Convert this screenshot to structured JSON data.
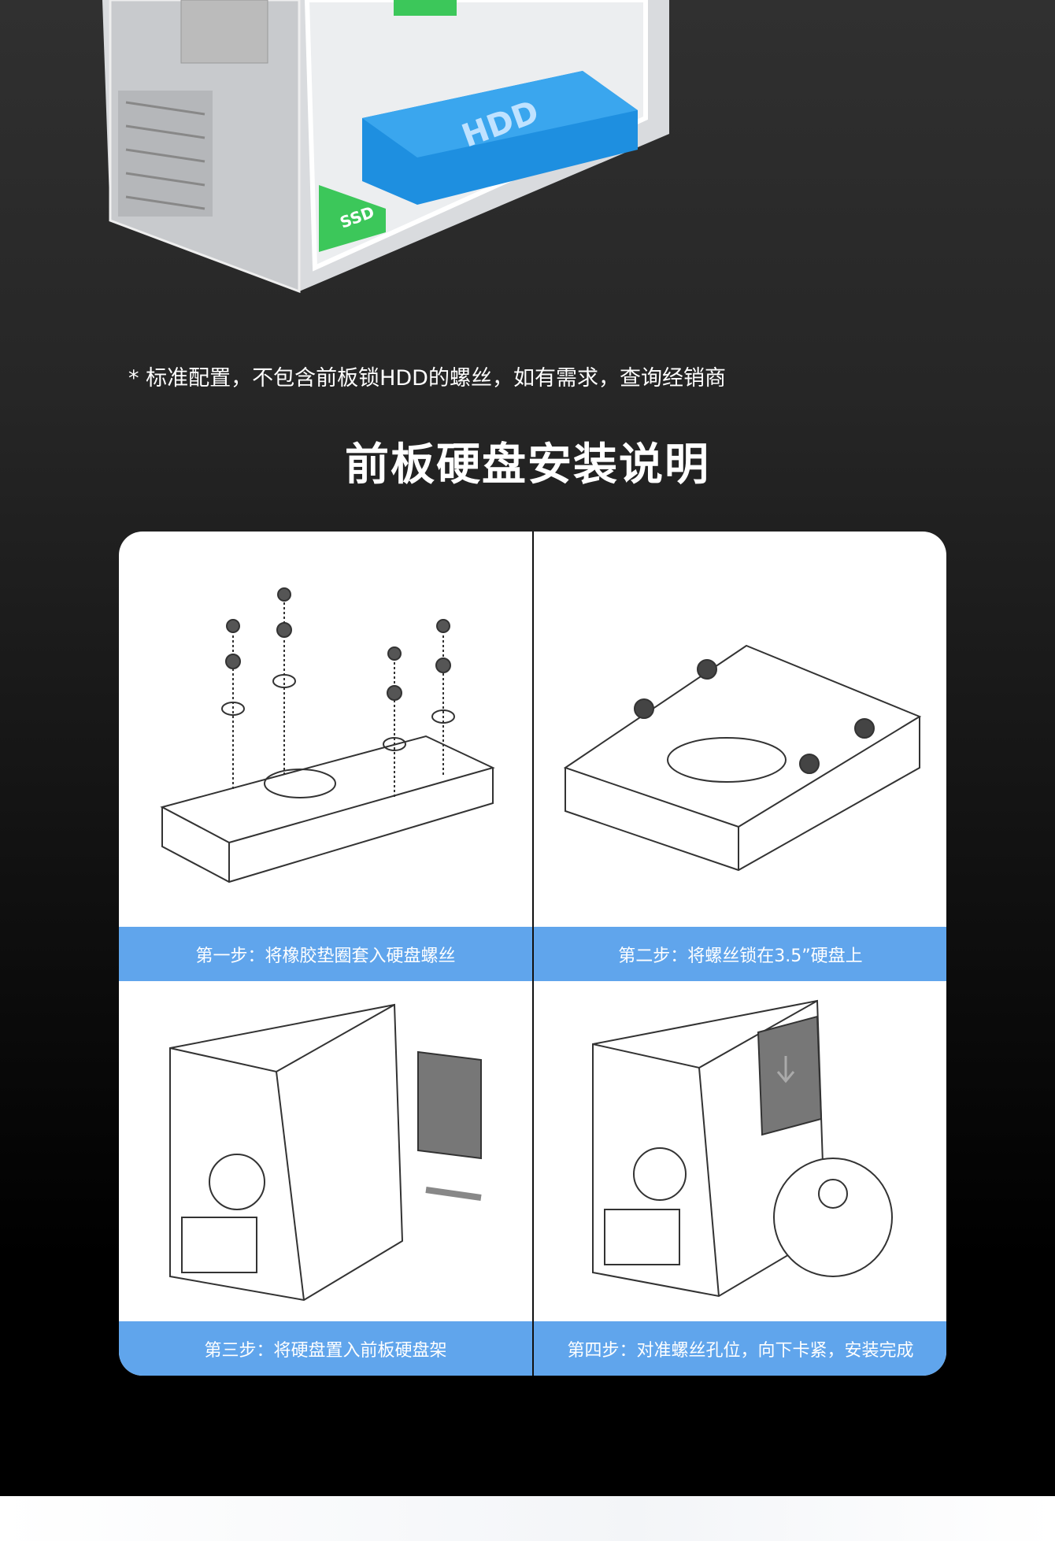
{
  "hero": {
    "hdd_label": "HDD",
    "ssd_label": "SSD"
  },
  "note": "* 标准配置，不包含前板锁HDD的螺丝，如有需求，查询经销商",
  "title": "前板硬盘安装说明",
  "steps": [
    {
      "label": "第一步：将橡胶垫圈套入硬盘螺丝"
    },
    {
      "label": "第二步：将螺丝锁在3.5”硬盘上"
    },
    {
      "label": "第三步：将硬盘置入前板硬盘架"
    },
    {
      "label": "第四步：对准螺丝孔位，向下卡紧，安装完成"
    }
  ],
  "colors": {
    "bar": "#60a5ec",
    "hdd": "#1e8fe0",
    "ssd": "#3cc75a"
  }
}
